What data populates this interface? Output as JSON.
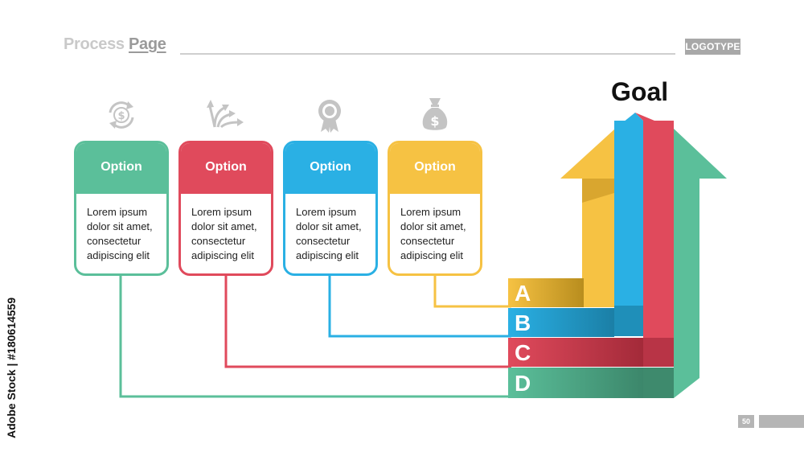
{
  "header": {
    "title_light": "Process ",
    "title_strong": "Page",
    "logotype": "LOGOTYPE"
  },
  "goal_label": "Goal",
  "colors": {
    "green": "#5bbf9a",
    "red": "#e04a5c",
    "blue": "#2ab0e4",
    "yellow": "#f6c243"
  },
  "cards": [
    {
      "title": "Option",
      "body_lines": [
        "Lorem ipsum",
        "dolor sit amet,",
        "consectetur",
        "adipiscing elit"
      ],
      "icon": "dollar-cycle-icon",
      "color": "#5bbf9a"
    },
    {
      "title": "Option",
      "body_lines": [
        "Lorem ipsum",
        "dolor sit amet,",
        "consectetur",
        "adipiscing elit"
      ],
      "icon": "split-arrows-icon",
      "color": "#e04a5c"
    },
    {
      "title": "Option",
      "body_lines": [
        "Lorem ipsum",
        "dolor sit amet,",
        "consectetur",
        "adipiscing elit"
      ],
      "icon": "award-medal-icon",
      "color": "#2ab0e4"
    },
    {
      "title": "Option",
      "body_lines": [
        "Lorem ipsum",
        "dolor sit amet,",
        "consectetur",
        "adipiscing elit"
      ],
      "icon": "money-bag-icon",
      "color": "#f6c243"
    }
  ],
  "paths": [
    {
      "letter": "A",
      "color": "#f6c243"
    },
    {
      "letter": "B",
      "color": "#2ab0e4"
    },
    {
      "letter": "C",
      "color": "#e04a5c"
    },
    {
      "letter": "D",
      "color": "#5bbf9a"
    }
  ],
  "footer": {
    "page_number": "50",
    "side_text": "Adobe Stock | #180614559"
  }
}
